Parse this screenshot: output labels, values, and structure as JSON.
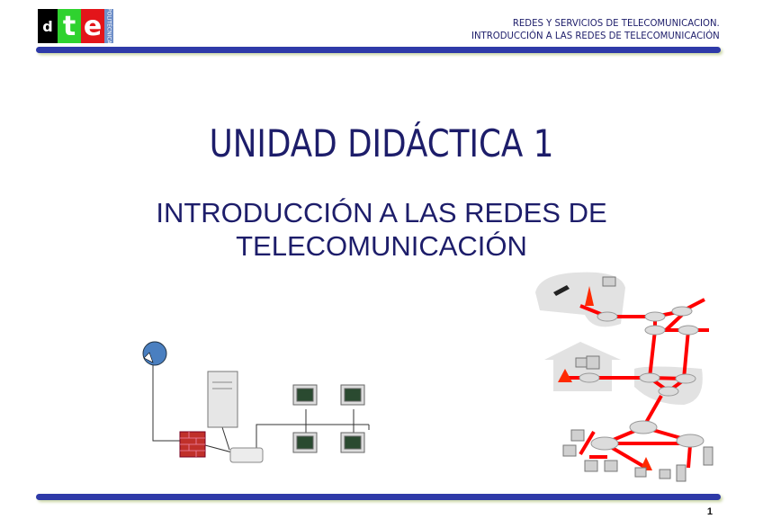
{
  "logo": {
    "letters": [
      "d",
      "t",
      "e"
    ],
    "side_text": "POLITÉCNICA"
  },
  "header": {
    "line1": "REDES Y SERVICIOS DE TELECOMUNICACION.",
    "line2": "INTRODUCCIÓN A LAS REDES DE TELECOMUNICACIÓN"
  },
  "title": "UNIDAD DIDÁCTICA 1",
  "subtitle": {
    "line1": "INTRODUCCIÓN A LAS REDES DE",
    "line2": "TELECOMUNICACIÓN"
  },
  "page_number": "1",
  "colors": {
    "accent": "#2e3aa8",
    "text": "#1d1d6a",
    "link": "#ff0000"
  }
}
